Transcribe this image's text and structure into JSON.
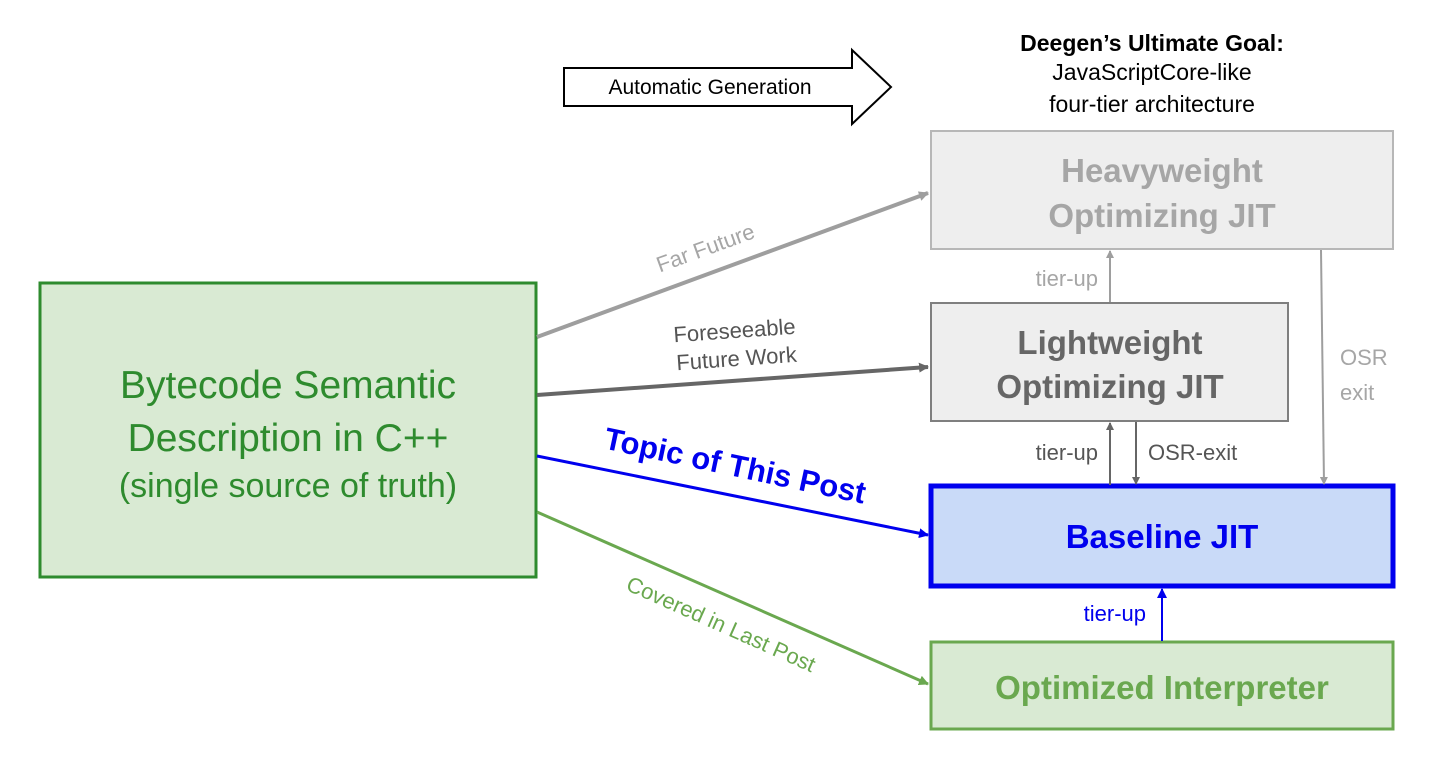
{
  "goal": {
    "heading": "Deegen’s Ultimate Goal:",
    "line1": "JavaScriptCore-like",
    "line2": "four-tier architecture"
  },
  "auto_generation_label": "Automatic Generation",
  "source_box": {
    "line1": "Bytecode Semantic",
    "line2": "Description in C++",
    "line3": "(single source of truth)"
  },
  "tiers": {
    "heavyweight": {
      "line1": "Heavyweight",
      "line2": "Optimizing JIT"
    },
    "lightweight": {
      "line1": "Lightweight",
      "line2": "Optimizing JIT"
    },
    "baseline": {
      "label": "Baseline JIT"
    },
    "interpreter": {
      "label": "Optimized Interpreter"
    }
  },
  "edge_labels": {
    "far_future": "Far Future",
    "foreseeable_line1": "Foreseeable",
    "foreseeable_line2": "Future Work",
    "topic": "Topic of This Post",
    "covered": "Covered in Last Post",
    "tier_up_top": "tier-up",
    "tier_up_middle": "tier-up",
    "osr_exit_middle": "OSR-exit",
    "osr_exit_right_line1": "OSR",
    "osr_exit_right_line2": "exit",
    "tier_up_bottom": "tier-up"
  },
  "colors": {
    "green_text": "#2e8b2e",
    "green_border": "#2e8b2e",
    "green_fill": "#d9ead3",
    "interp_border": "#6aa84f",
    "blue": "#0000ee",
    "blue_fill": "#c9daf8",
    "gray_light": "#b7b7b7",
    "gray_dark": "#666666"
  }
}
